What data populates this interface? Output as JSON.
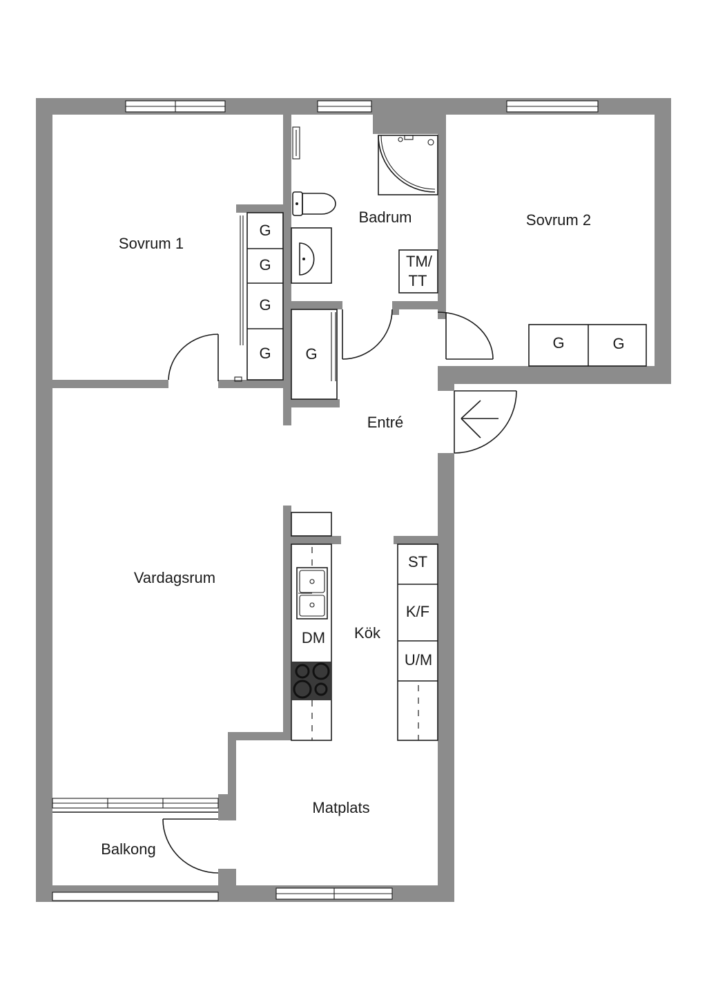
{
  "rooms": {
    "sovrum1": "Sovrum 1",
    "badrum": "Badrum",
    "sovrum2": "Sovrum 2",
    "entre": "Entré",
    "vardagsrum": "Vardagsrum",
    "kok": "Kök",
    "matplats": "Matplats",
    "balkong": "Balkong"
  },
  "fixtures": {
    "wardrobe": "G",
    "washer_top": "TM/",
    "washer_bottom": "TT",
    "dishwasher": "DM",
    "freezer_tall": "ST",
    "fridge_freezer": "K/F",
    "oven_micro": "U/M"
  },
  "colors": {
    "wall": "#8c8c8c",
    "line": "#1a1a1a",
    "stove": "#3a3a3a",
    "background": "#ffffff"
  }
}
